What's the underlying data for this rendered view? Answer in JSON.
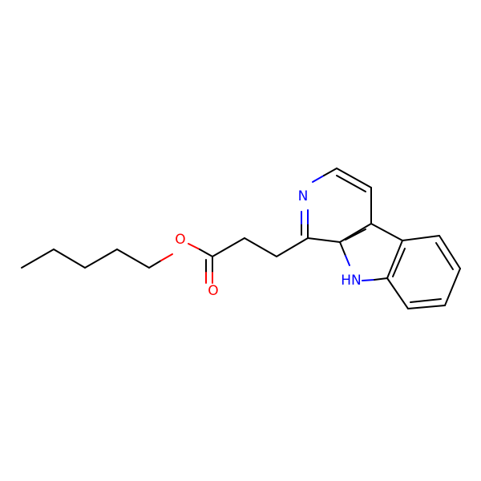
{
  "molecule": {
    "atoms": {
      "ring_nitrogen": {
        "label": "N",
        "color": "#0000ff"
      },
      "indole_nh": {
        "label": "HN",
        "color": "#0000ff"
      },
      "ester_oxygen": {
        "label": "O",
        "color": "#ff0000"
      },
      "carbonyl_oxygen": {
        "label": "O",
        "color": "#ff0000"
      }
    },
    "bond_color": "#000000"
  }
}
